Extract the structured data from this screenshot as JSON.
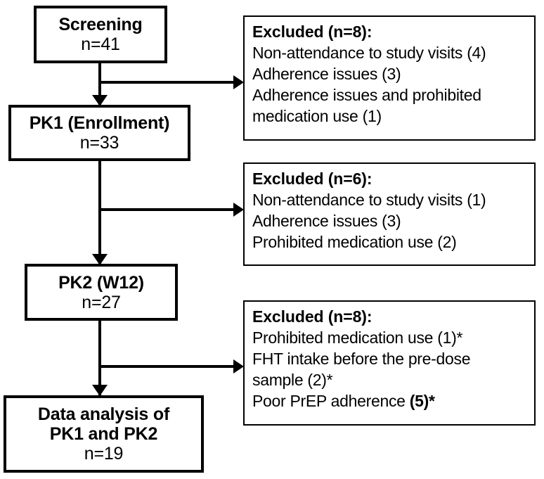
{
  "diagram": {
    "type": "participant-flow-diagram",
    "nodes": [
      {
        "id": "screening",
        "title": "Screening",
        "count": "n=41"
      },
      {
        "id": "pk1",
        "title": "PK1 (Enrollment)",
        "count": "n=33"
      },
      {
        "id": "pk2",
        "title": "PK2 (W12)",
        "count": "n=27"
      },
      {
        "id": "analysis",
        "title": "Data analysis of\nPK1 and PK2",
        "count": "n=19"
      }
    ],
    "exclusions": [
      {
        "id": "excluded-1",
        "heading": "Excluded (n=8):",
        "reasons": [
          "Non-attendance to study visits (4)",
          "Adherence issues (3)",
          "Adherence issues and prohibited",
          "medication use (1)"
        ]
      },
      {
        "id": "excluded-2",
        "heading": "Excluded (n=6):",
        "reasons": [
          "Non-attendance to study visits (1)",
          "Adherence issues (3)",
          "Prohibited medication use (2)"
        ]
      },
      {
        "id": "excluded-3",
        "heading": "Excluded (n=8):",
        "reasons": [
          "Prohibited medication use (1)*",
          "FHT intake before the pre-dose",
          "sample (2)*",
          "Poor PrEP adherence (5)*"
        ]
      }
    ],
    "colors": {
      "stroke": "#000000",
      "background": "#ffffff",
      "text": "#000000"
    }
  }
}
